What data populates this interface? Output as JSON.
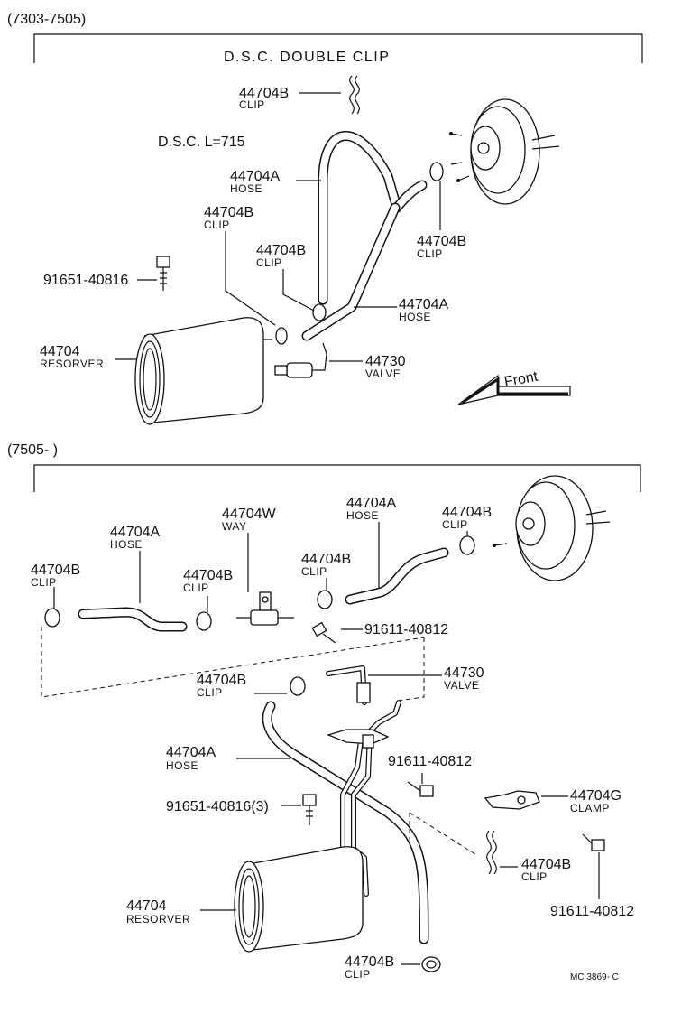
{
  "sections": {
    "top_range": "(7303-7505)",
    "bottom_range": "(7505-        )",
    "top_title": "D.S.C.  DOUBLE CLIP",
    "dsc_length": "D.S.C.  L=715",
    "front": "Front"
  },
  "top_labels": {
    "clip_upper": {
      "pn": "44704B",
      "name": "CLIP"
    },
    "hose_a_upper": {
      "pn": "44704A",
      "name": "HOSE"
    },
    "clip_left": {
      "pn": "44704B",
      "name": "CLIP"
    },
    "clip_mid": {
      "pn": "44704B",
      "name": "CLIP"
    },
    "clip_right": {
      "pn": "44704B",
      "name": "CLIP"
    },
    "bolt": {
      "pn": "91651-40816"
    },
    "hose_a_lower": {
      "pn": "44704A",
      "name": "HOSE"
    },
    "reservoir": {
      "pn": "44704",
      "name": "RESORVER"
    },
    "valve": {
      "pn": "44730",
      "name": "VALVE"
    }
  },
  "bottom_labels": {
    "hose_a_left": {
      "pn": "44704A",
      "name": "HOSE"
    },
    "way": {
      "pn": "44704W",
      "name": "WAY"
    },
    "hose_a_right": {
      "pn": "44704A",
      "name": "HOSE"
    },
    "clip_far_left": {
      "pn": "44704B",
      "name": "CLIP"
    },
    "clip_left_mid": {
      "pn": "44704B",
      "name": "CLIP"
    },
    "clip_center": {
      "pn": "44704B",
      "name": "CLIP"
    },
    "clip_right": {
      "pn": "44704B",
      "name": "CLIP"
    },
    "bolt_upper": {
      "pn": "91611-40812"
    },
    "clip_lower": {
      "pn": "44704B",
      "name": "CLIP"
    },
    "valve": {
      "pn": "44730",
      "name": "VALVE"
    },
    "hose_a_lower": {
      "pn": "44704A",
      "name": "HOSE"
    },
    "bolt_mid": {
      "pn": "91611-40812"
    },
    "clamp": {
      "pn": "44704G",
      "name": "CLAMP"
    },
    "bolt_lower": {
      "pn": "91651-40816(3)"
    },
    "clip_hairpin": {
      "pn": "44704B",
      "name": "CLIP"
    },
    "bolt_right": {
      "pn": "91611-40812"
    },
    "reservoir": {
      "pn": "44704",
      "name": "RESORVER"
    },
    "clip_bottom": {
      "pn": "44704B",
      "name": "CLIP"
    }
  },
  "ref_code": "MC 3869- C"
}
